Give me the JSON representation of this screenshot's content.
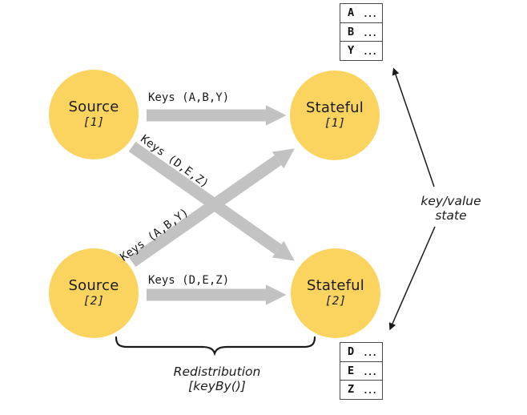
{
  "diagram": {
    "nodes": [
      {
        "id": "source-1",
        "label": "Source",
        "index": "[1]"
      },
      {
        "id": "source-2",
        "label": "Source",
        "index": "[2]"
      },
      {
        "id": "stateful-1",
        "label": "Stateful",
        "index": "[1]"
      },
      {
        "id": "stateful-2",
        "label": "Stateful",
        "index": "[2]"
      }
    ],
    "edges": [
      {
        "from": "source-1",
        "to": "stateful-1",
        "label": "Keys (A,B,Y)"
      },
      {
        "from": "source-1",
        "to": "stateful-2",
        "label": "Keys (D,E,Z)"
      },
      {
        "from": "source-2",
        "to": "stateful-1",
        "label": "Keys (A,B,Y)"
      },
      {
        "from": "source-2",
        "to": "stateful-2",
        "label": "Keys (D,E,Z)"
      }
    ],
    "state_tables": [
      {
        "id": "stateful-1-state",
        "rows": [
          {
            "key": "A",
            "value": "..."
          },
          {
            "key": "B",
            "value": "..."
          },
          {
            "key": "Y",
            "value": "..."
          }
        ]
      },
      {
        "id": "stateful-2-state",
        "rows": [
          {
            "key": "D",
            "value": "..."
          },
          {
            "key": "E",
            "value": "..."
          },
          {
            "key": "Z",
            "value": "..."
          }
        ]
      }
    ],
    "annotations": {
      "key_value_state": {
        "line1": "key/value",
        "line2": "state"
      },
      "redistribution": {
        "line1": "Redistribution",
        "line2": "[keyBy()]"
      }
    },
    "colors": {
      "node_fill": "#FBD45F",
      "edge_gray": "#C2C2C2",
      "text": "#1A1A1A"
    }
  }
}
